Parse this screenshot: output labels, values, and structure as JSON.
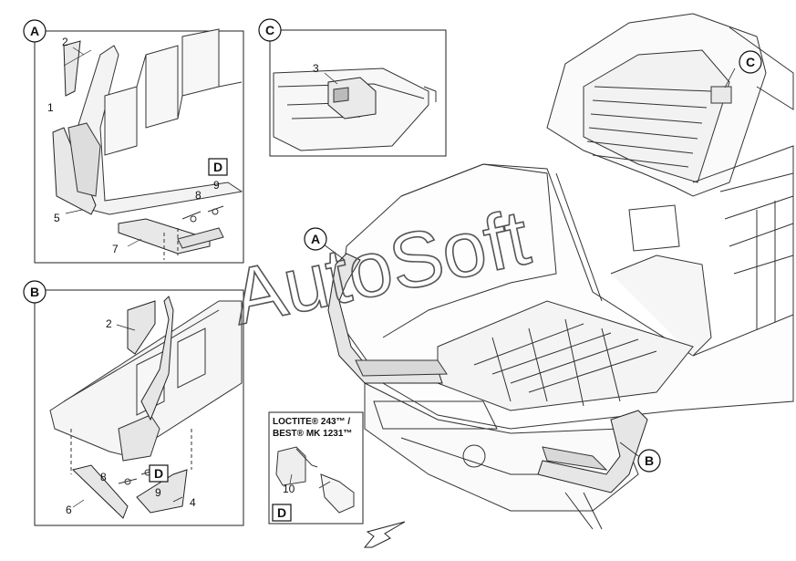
{
  "watermark": "AutoSoft",
  "callouts": {
    "A": "A",
    "B": "B",
    "C": "C",
    "D": "D"
  },
  "part_numbers": {
    "n1": "1",
    "n2": "2",
    "n3": "3",
    "n4": "4",
    "n5": "5",
    "n6": "6",
    "n7": "7",
    "n8": "8",
    "n9": "9",
    "n10": "10"
  },
  "loctite": {
    "line1": "LOCTITE® 243™ /",
    "line2": "BEST® MK 1231™"
  }
}
